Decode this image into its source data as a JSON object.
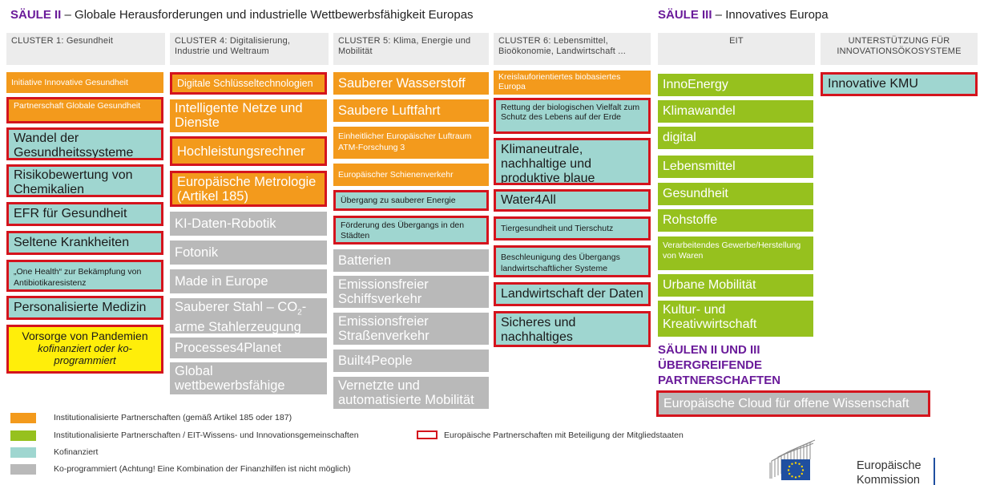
{
  "header": {
    "pillar2_prefix": "SÄULE II",
    "pillar2_title": " – Globale Herausforderungen und industrielle Wettbewerbsfähigkeit Europas",
    "pillar3_prefix": "SÄULE III",
    "pillar3_title": " – Innovatives Europa"
  },
  "clusters": {
    "c1": "CLUSTER 1: Gesundheit",
    "c4": "CLUSTER 4: Digitalisierung, Industrie und Weltraum",
    "c5": "CLUSTER 5: Klima, Energie und Mobilität",
    "c6": "CLUSTER 6: Lebensmittel, Bioökonomie, Landwirtschaft ...",
    "eit": "EIT",
    "support": "UNTERSTÜTZUNG FÜR INNOVATIONSÖKOSYSTEME"
  },
  "col1": [
    "Initiative Innovative Gesundheit",
    "Partnerschaft Globale Gesundheit",
    "Wandel der Gesundheitssysteme",
    "Risikobewertung von Chemikalien",
    "EFR für Gesundheit",
    "Seltene Krankheiten",
    "„One Health“ zur Bekämpfung von Antibiotikaresistenz",
    "Personalisierte Medizin",
    "Vorsorge von Pandemien",
    "kofinanziert oder ko-programmiert"
  ],
  "col4": [
    "Digitale Schlüsseltechnologien",
    "Intelligente Netze und Dienste",
    "Hochleistungsrechner",
    "Europäische Metrologie (Artikel 185)",
    "KI-Daten-Robotik",
    "Fotonik",
    "Made in Europe",
    "Sauberer Stahl – CO",
    "2",
    "-arme Stahlerzeugung",
    "Processes4Planet",
    "Global wettbewerbsfähige Raumfahrtsysteme"
  ],
  "col5": [
    "Sauberer Wasserstoff",
    "Saubere Luftfahrt",
    "Einheitlicher Europäischer Luftraum ATM-Forschung 3",
    "Europäischer Schienenverkehr",
    "Übergang zu sauberer Energie",
    "Förderung des Übergangs in den Städten",
    "Batterien",
    "Emissionsfreier Schiffsverkehr",
    "Emissionsfreier Straßenverkehr",
    "Built4People",
    "Vernetzte und automatisierte Mobilität"
  ],
  "col6": [
    "Kreislauforientiertes biobasiertes Europa",
    "Rettung der biologischen Vielfalt zum Schutz des Lebens auf der Erde",
    "Klimaneutrale, nachhaltige und produktive blaue Wirtschaft",
    "Water4All",
    "Tiergesundheit und Tierschutz",
    "Beschleunigung des Übergangs landwirtschaftlicher Systeme",
    "Landwirtschaft der Daten",
    "Sicheres und nachhaltiges Lebensmittelsystem"
  ],
  "eit": [
    "InnoEnergy",
    "Klimawandel",
    "digital",
    "Lebensmittel",
    "Gesundheit",
    "Rohstoffe",
    "Verarbeitendes Gewerbe/Herstellung von Waren",
    "Urbane Mobilität",
    "Kultur- und Kreativwirtschaft"
  ],
  "support": [
    "Innovative KMU"
  ],
  "cross_pillar": {
    "title_line1": "SÄULEN II UND III",
    "title_line2": "ÜBERGREIFENDE",
    "title_line3": "PARTNERSCHAFTEN",
    "item": "Europäische Cloud für offene Wissenschaft"
  },
  "legend": {
    "orange": "Institutionalisierte Partnerschaften (gemäß Artikel 185 oder 187)",
    "green": "Institutionalisierte Partnerschaften / EIT-Wissens- und Innovationsgemeinschaften",
    "teal": "Kofinanziert",
    "grey": "Ko-programmiert (Achtung! Eine Kombination der Finanzhilfen ist nicht möglich)",
    "red": "Europäische Partnerschaften mit Beteiligung der Mitgliedstaaten"
  },
  "logo": {
    "line1": "Europäische",
    "line2": "Kommission"
  },
  "colors": {
    "orange": "#f39a1c",
    "green": "#96c11e",
    "teal": "#9fd6d0",
    "grey": "#b9b9b9",
    "yellow": "#ffee0a",
    "red_border": "#d4141d",
    "pillar_purple": "#6a1b9a",
    "eu_blue": "#1f4fa0"
  }
}
